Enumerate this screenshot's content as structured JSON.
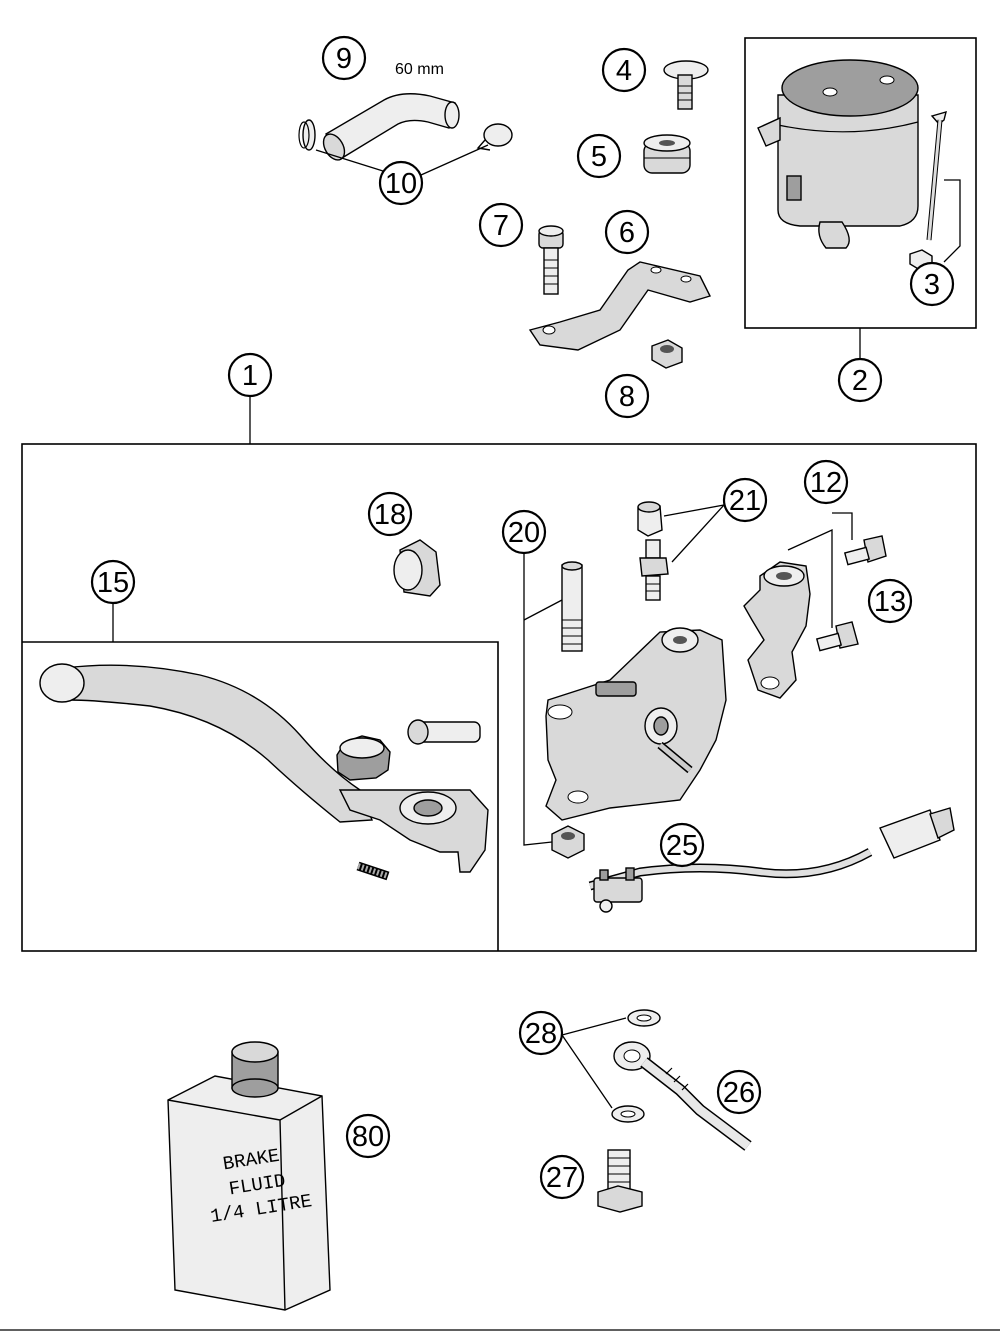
{
  "dimension_label": "60 mm",
  "callouts": {
    "c1": "1",
    "c2": "2",
    "c3": "3",
    "c4": "4",
    "c5": "5",
    "c6": "6",
    "c7": "7",
    "c8": "8",
    "c9": "9",
    "c10": "10",
    "c12": "12",
    "c13": "13",
    "c15": "15",
    "c18": "18",
    "c20": "20",
    "c21": "21",
    "c25": "25",
    "c26": "26",
    "c27": "27",
    "c28": "28",
    "c80": "80"
  },
  "bottle_label": {
    "line1": "BRAKE",
    "line2": "FLUID",
    "line3": "1/4 LITRE"
  }
}
